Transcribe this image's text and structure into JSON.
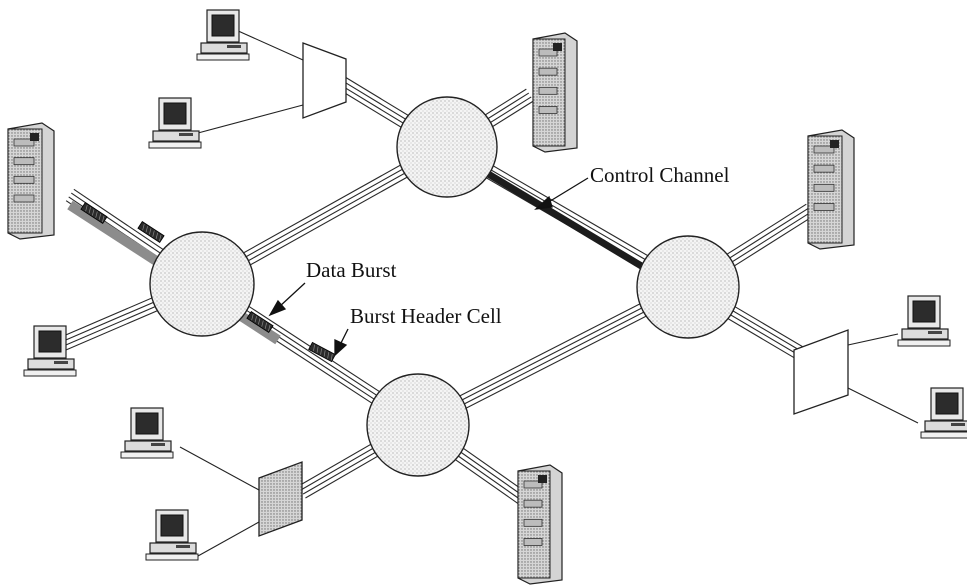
{
  "labels": {
    "control_channel": "Control Channel",
    "data_burst": "Data Burst",
    "burst_header_cell": "Burst Header Cell"
  },
  "colors": {
    "line": "#2a2a2a",
    "node_fill": "#f1f1f1",
    "server_body": "#d4d4d4",
    "control_channel": "#1c1c1c",
    "data_burst": "#8c8c8c"
  },
  "icons": {
    "core_node": "circle-router",
    "edge_node": "trapezoid-mux",
    "host_pc": "desktop-computer-icon",
    "host_server": "server-tower-icon"
  }
}
